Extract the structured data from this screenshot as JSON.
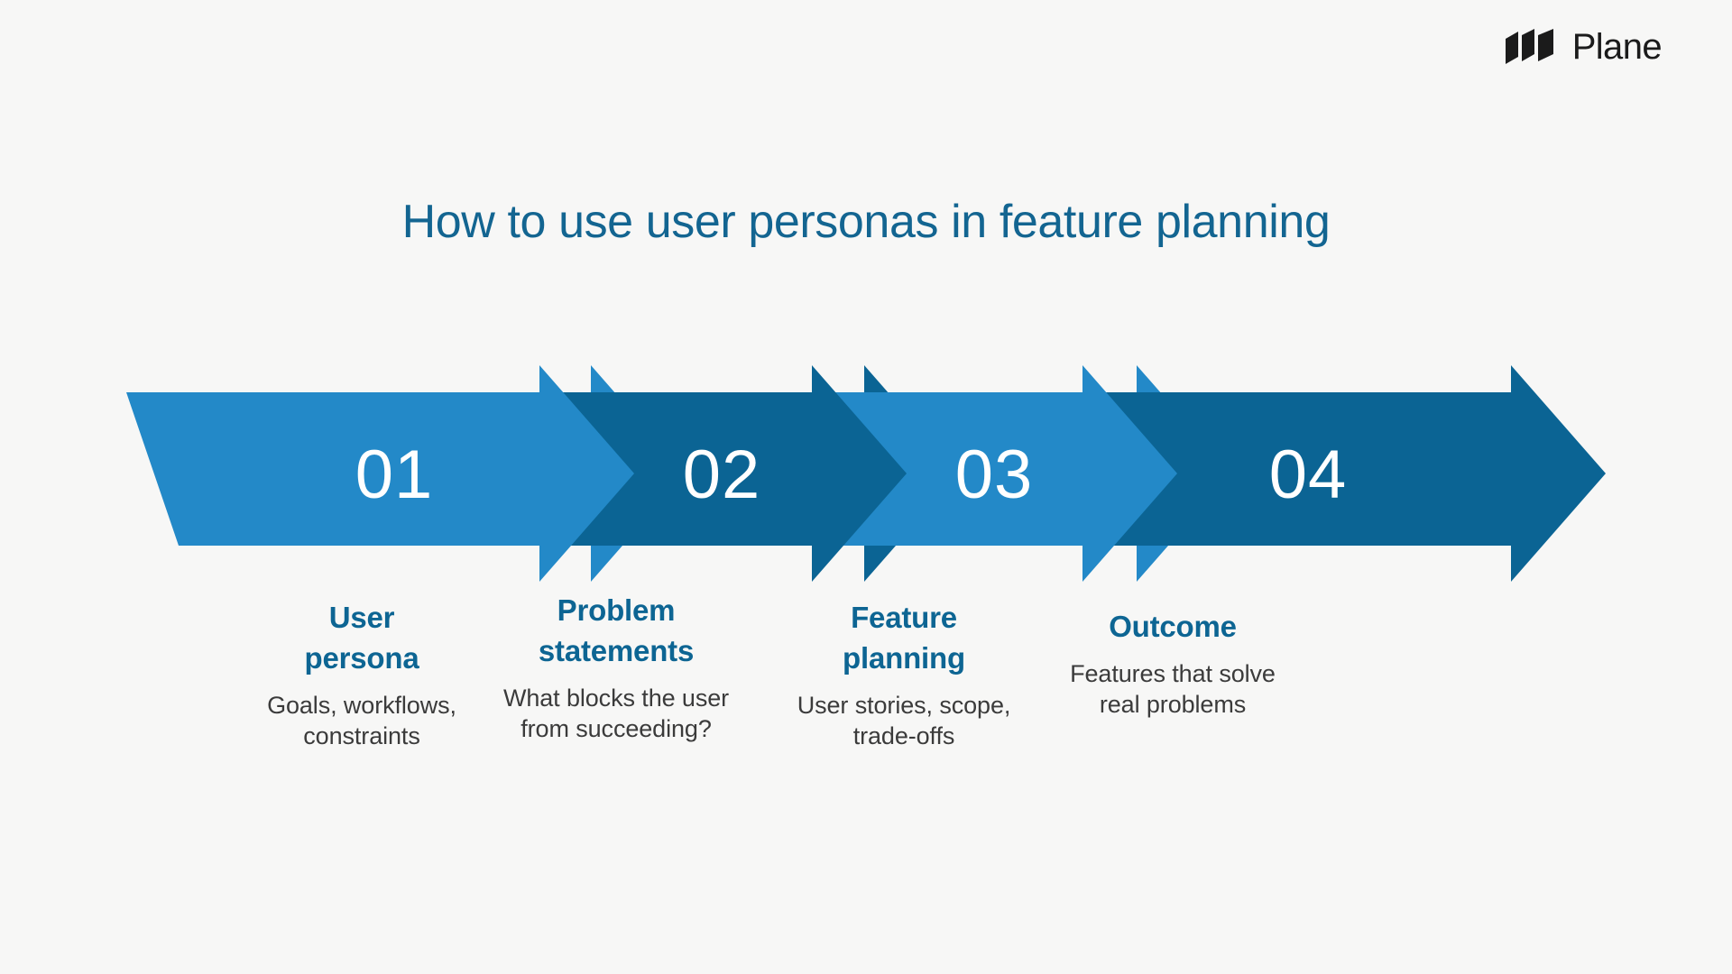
{
  "brand": {
    "name": "Plane",
    "logo_icon": "plane-logo-icon"
  },
  "title": "How to use user personas in feature planning",
  "colors": {
    "background": "#f7f7f6",
    "title_blue": "#136591",
    "arrow_light": "#2389c8",
    "arrow_dark": "#0b6494",
    "caption_title": "#0d6593",
    "caption_desc": "#3b3b3b",
    "number_text": "#ffffff",
    "logo_black": "#1b1b1b"
  },
  "flow": {
    "steps": [
      {
        "number": "01",
        "title": "User persona",
        "title_line1": "User",
        "title_line2": "persona",
        "description": "Goals, workflows, constraints",
        "desc_line1": "Goals, workflows,",
        "desc_line2": "constraints",
        "color": "#2389c8",
        "shade": "light"
      },
      {
        "number": "02",
        "title": "Problem statements",
        "title_line1": "Problem",
        "title_line2": "statements",
        "description": "What blocks the user from succeeding?",
        "desc_line1": "What blocks the user",
        "desc_line2": "from succeeding?",
        "color": "#0b6494",
        "shade": "dark"
      },
      {
        "number": "03",
        "title": "Feature planning",
        "title_line1": "Feature",
        "title_line2": "planning",
        "description": "User stories, scope, trade-offs",
        "desc_line1": "User stories, scope,",
        "desc_line2": "trade-offs",
        "color": "#2389c8",
        "shade": "light"
      },
      {
        "number": "04",
        "title": "Outcome",
        "title_line1": "Outcome",
        "title_line2": "",
        "description": "Features that solve real problems",
        "desc_line1": "Features that solve",
        "desc_line2": "real problems",
        "color": "#0b6494",
        "shade": "dark"
      }
    ]
  }
}
